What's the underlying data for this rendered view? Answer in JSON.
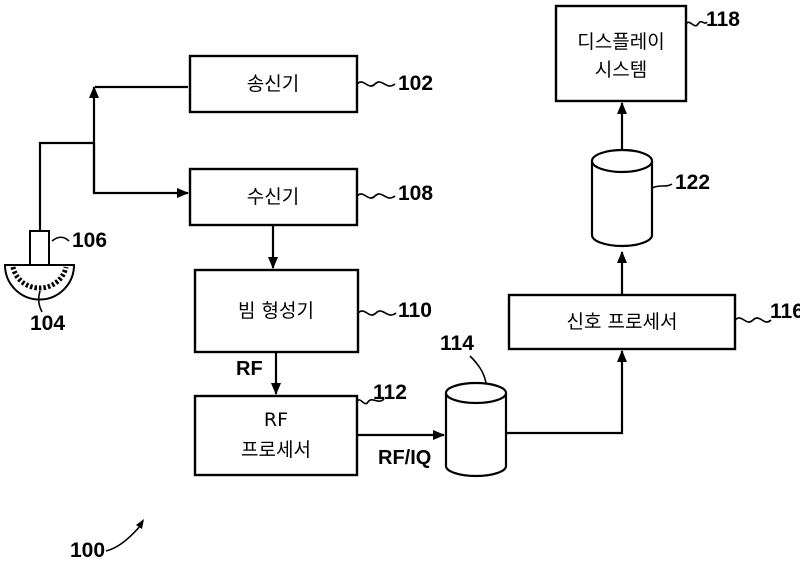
{
  "blocks": {
    "transmitter": {
      "label": "송신기",
      "ref": "102"
    },
    "receiver": {
      "label": "수신기",
      "ref": "108"
    },
    "beamformer": {
      "label": "빔 형성기",
      "ref": "110"
    },
    "rf_processor": {
      "label_line1": "RF",
      "label_line2": "프로세서",
      "ref": "112"
    },
    "signal_processor": {
      "label": "신호 프로세서",
      "ref": "116"
    },
    "display_system": {
      "label_line1": "디스플레이",
      "label_line2": "시스템",
      "ref": "118"
    }
  },
  "storage": {
    "rf_iq_buffer": {
      "ref": "114"
    },
    "image_buffer": {
      "ref": "122"
    }
  },
  "probe": {
    "ref_handle": "106",
    "ref_array": "104"
  },
  "signals": {
    "rf": "RF",
    "rf_iq": "RF/IQ"
  },
  "system_ref": "100"
}
